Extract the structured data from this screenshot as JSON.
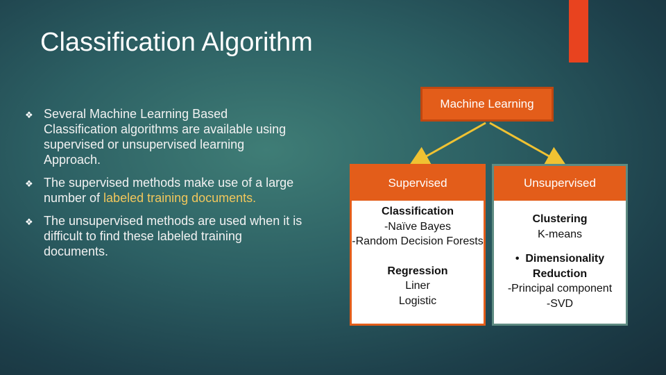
{
  "slide": {
    "title": "Classification Algorithm",
    "bullets": [
      {
        "pre": "Several Machine Learning Based Classification algorithms are available using supervised or unsupervised learning Approach.",
        "highlight": "",
        "post": ""
      },
      {
        "pre": "The supervised methods make use of a large number of ",
        "highlight": "labeled training documents.",
        "post": ""
      },
      {
        "pre": "The unsupervised methods are used when it is difficult to find these labeled training documents.",
        "highlight": "",
        "post": ""
      }
    ]
  },
  "diagram": {
    "root": "Machine Learning",
    "supervised": {
      "label": "Supervised",
      "lines": {
        "classification_title": "Classification",
        "classification_1": "-Naïve Bayes",
        "classification_2": "-Random Decision Forests",
        "regression_title": "Regression",
        "regression_1": "Liner",
        "regression_2": "Logistic"
      }
    },
    "unsupervised": {
      "label": "Unsupervised",
      "lines": {
        "clustering_title": "Clustering",
        "clustering_1": "K-means",
        "dimred_title": "Dimensionality Reduction",
        "dimred_1": "-Principal component",
        "dimred_2": "-SVD"
      }
    }
  },
  "colors": {
    "accent": "#e8431f",
    "box_orange": "#e35d1a",
    "highlight_text": "#f2c75c",
    "arrow": "#f0c232"
  },
  "icons": {
    "bullet": "diamond-bullet-icon"
  }
}
